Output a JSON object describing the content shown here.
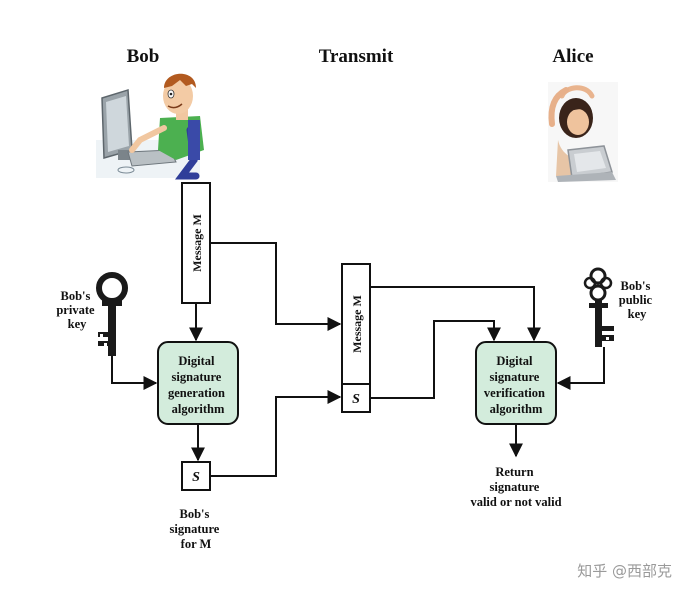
{
  "headings": {
    "bob": "Bob",
    "transmit": "Transmit",
    "alice": "Alice"
  },
  "boxes": {
    "message_bob": "Message M",
    "message_transmit": "Message M",
    "signature_bob": "S",
    "signature_transmit": "S"
  },
  "keys": {
    "private_key": [
      "Bob's",
      "private",
      "key"
    ],
    "public_key": [
      "Bob's",
      "public",
      "key"
    ]
  },
  "algorithms": {
    "generation": [
      "Digital",
      "signature",
      "generation",
      "algorithm"
    ],
    "verification": [
      "Digital",
      "signature",
      "verification",
      "algorithm"
    ]
  },
  "captions": {
    "bob_signature": [
      "Bob's",
      "signature",
      "for M"
    ],
    "result": [
      "Return",
      "signature",
      "valid or not valid"
    ]
  },
  "watermark": "知乎 @西部克",
  "colors": {
    "algorithm_fill": "#d3ecdc",
    "line": "#111111"
  },
  "icons": {
    "bob": "person-at-computer-icon",
    "alice": "person-with-laptop-icon",
    "private_key": "key-icon",
    "public_key": "key-icon"
  }
}
